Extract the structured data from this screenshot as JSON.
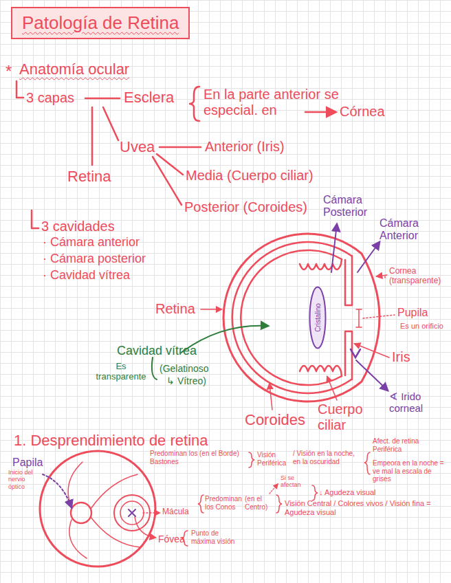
{
  "diagram": {
    "title": "Patología de Retina",
    "nodes": [
      {
        "text": [
          "Cristalino"
        ]
      }
    ],
    "labels": [
      "*",
      "Anatomía ocular",
      "3 capas",
      "Esclera",
      "En la parte anterior se especial. en",
      "Córnea",
      "Uvea",
      "Anterior (Iris)",
      "Media (Cuerpo ciliar)",
      "Posterior (Coroides)",
      "Retina",
      "3 cavidades",
      "· Cámara anterior",
      "· Cámara posterior",
      "· Cavidad vítrea",
      "Cámara Posterior",
      "Cámara Anterior",
      "Cornea (transparente)",
      "Pupila",
      "Es un orificio",
      "Retina",
      "Cavidad vítrea",
      "Es transparente",
      "(Gelatinoso",
      "↳ Vítreo)",
      "Iris",
      "∢ Irido corneal",
      "Cuerpo ciliar",
      "Coroides",
      "1. Desprendimiento de retina",
      "Papila",
      "Inicio del nervio óptico",
      "Predominan los Bastones",
      "(en el Borde)",
      "Visión Periférica",
      "/ Visión en la noche, en la oscuridad",
      "Afect. de retina Periférica",
      "Empeora en la noche = ve mal la escala de grises",
      "Si se afectan",
      "↓ Agudeza visual",
      "Predominan los Conos",
      "(en el Centro)",
      "Visión Central / Colores vivos / Visión fina = Agudeza visual",
      "Mácula",
      "Fóvea",
      "Punto de máxima visión"
    ]
  }
}
